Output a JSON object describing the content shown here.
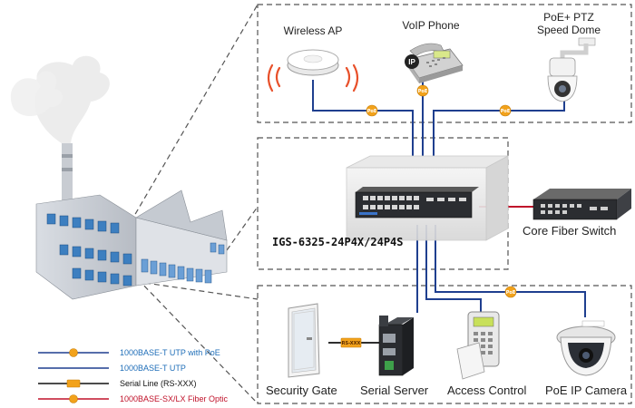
{
  "top_devices": {
    "wireless_ap": "Wireless AP",
    "voip_phone": "VoIP Phone",
    "ptz_line1": "PoE+ PTZ",
    "ptz_line2": "Speed Dome",
    "ip_badge": "IP"
  },
  "switch": {
    "model": "IGS-6325-24P4X/24P4S",
    "core": "Core Fiber Switch"
  },
  "bottom_devices": {
    "security_gate": "Security Gate",
    "serial_server": "Serial Server",
    "access_control": "Access Control",
    "poe_camera": "PoE IP Camera"
  },
  "badges": {
    "poe": "PoE",
    "rs": "RS-XXX"
  },
  "legend": [
    {
      "text": "1000BASE-T UTP with PoE",
      "color": "#1f6eb8",
      "line": "#1f3f8f",
      "marker": "poe"
    },
    {
      "text": "1000BASE-T UTP",
      "color": "#1f6eb8",
      "line": "#1f3f8f",
      "marker": "none"
    },
    {
      "text": "Serial Line (RS-XXX)",
      "color": "#111111",
      "line": "#111111",
      "marker": "rs"
    },
    {
      "text": "1000BASE-SX/LX Fiber Optic",
      "color": "#c0122a",
      "line": "#c0122a",
      "marker": "fiber"
    }
  ],
  "colors": {
    "utp": "#1f3f8f",
    "fiber": "#c0122a",
    "serial": "#111111",
    "poe_badge": "#f2a21b",
    "dashed_border": "#555555"
  }
}
